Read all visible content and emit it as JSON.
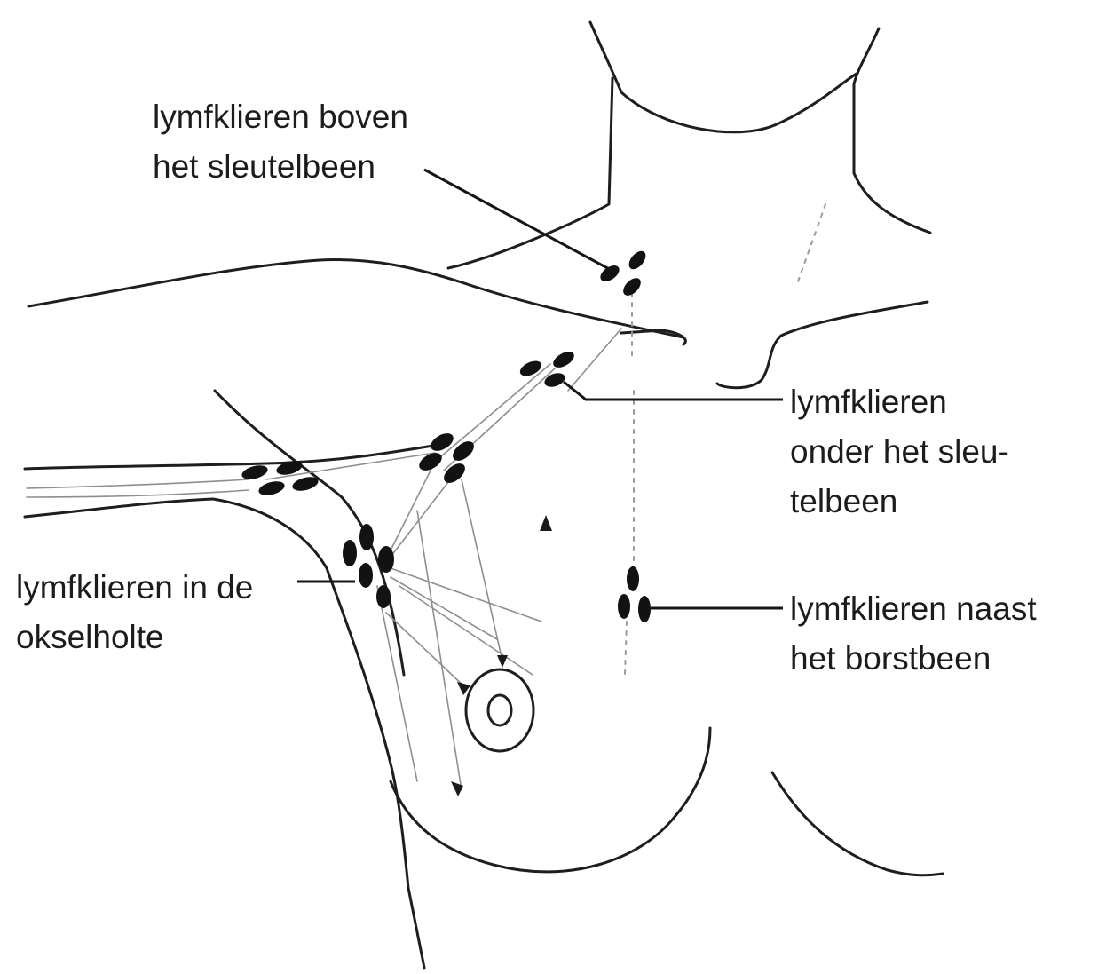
{
  "labels": {
    "supraclavicular": {
      "line1": "lymfklieren boven",
      "line2": "het sleutelbeen"
    },
    "infraclavicular": {
      "line1": "lymfklieren",
      "line2": "onder het sleu-",
      "line3": "telbeen"
    },
    "axillary": {
      "line1": "lymfklieren in de",
      "line2": "okselholte"
    },
    "parasternal": {
      "line1": "lymfklieren naast",
      "line2": "het borstbeen"
    }
  },
  "colors": {
    "outline": "#1e1e1e",
    "node": "#121212",
    "vessel": "#8e8e8e",
    "text": "#1c1c1c",
    "background": "#ffffff"
  }
}
